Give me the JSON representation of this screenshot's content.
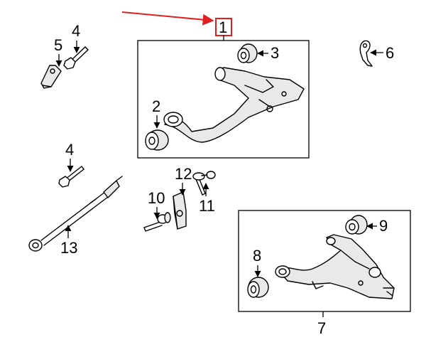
{
  "diagram": {
    "highlight_color": "#e02020",
    "highlighted_callout": "1",
    "callouts": [
      {
        "id": "1",
        "text": "1"
      },
      {
        "id": "2",
        "text": "2"
      },
      {
        "id": "3",
        "text": "3"
      },
      {
        "id": "4a",
        "text": "4"
      },
      {
        "id": "4b",
        "text": "4"
      },
      {
        "id": "5",
        "text": "5"
      },
      {
        "id": "6",
        "text": "6"
      },
      {
        "id": "7",
        "text": "7"
      },
      {
        "id": "8",
        "text": "8"
      },
      {
        "id": "9",
        "text": "9"
      },
      {
        "id": "10",
        "text": "10"
      },
      {
        "id": "11",
        "text": "11"
      },
      {
        "id": "12",
        "text": "12"
      },
      {
        "id": "13",
        "text": "13"
      }
    ],
    "parts": [
      "upper-control-arm-assembly",
      "upper-arm-front-bushing",
      "upper-arm-rear-bushing",
      "bolt",
      "bracket",
      "clip",
      "lower-control-arm-assembly",
      "lower-arm-front-bushing",
      "lower-arm-rear-bushing",
      "adjuster-bolt",
      "cam-bolt",
      "cam-plate",
      "trailing-link"
    ]
  }
}
